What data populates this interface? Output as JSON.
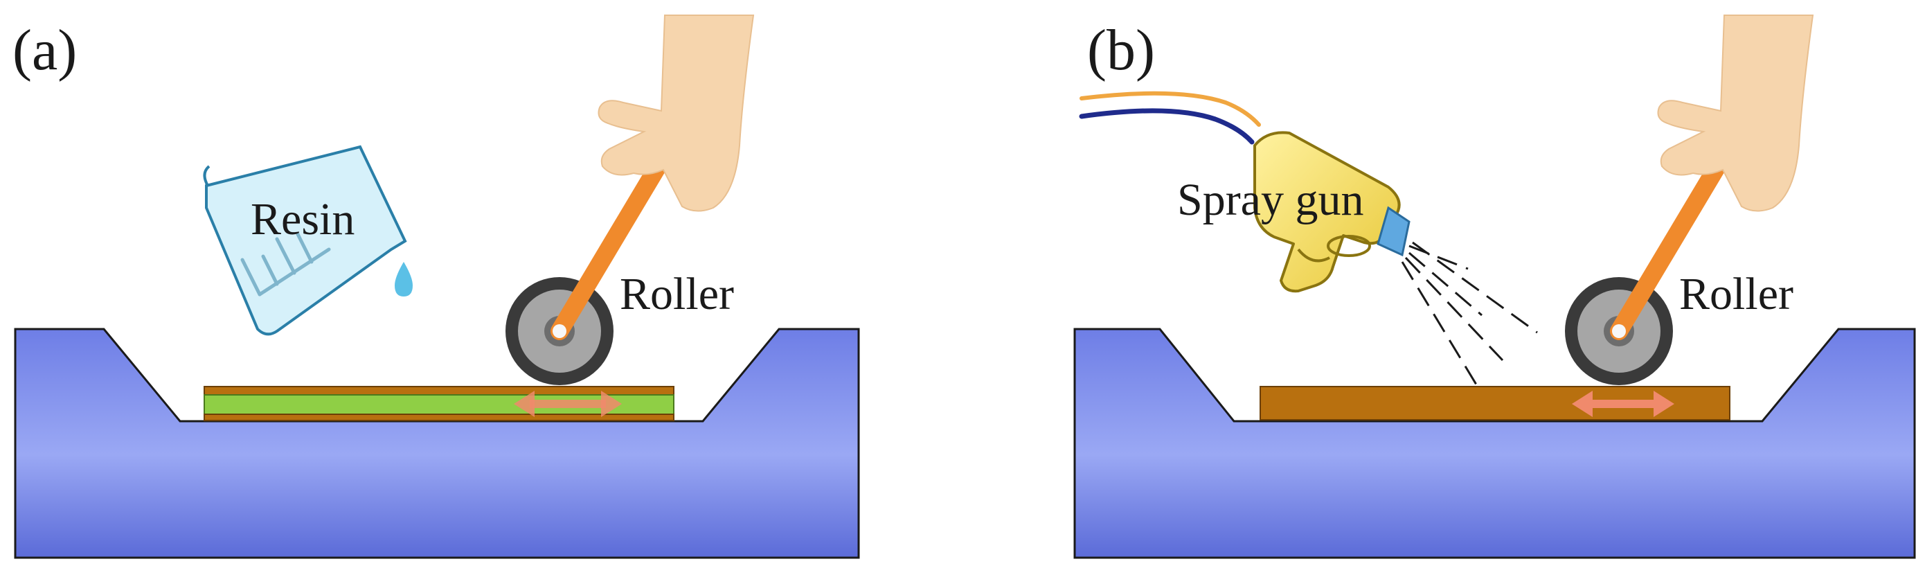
{
  "panels": [
    {
      "label": "(a)",
      "callouts": {
        "container": "Resin",
        "tool": "Roller"
      }
    },
    {
      "label": "(b)",
      "callouts": {
        "sprayer": "Spray gun",
        "tool": "Roller"
      }
    }
  ],
  "colors": {
    "mold_top": "#6e7ee6",
    "mold_mid": "#9aa8f4",
    "mold_bottom": "#5b6bd8",
    "fiber_green": "#8fcf45",
    "resin_brown": "#b8700f",
    "roller_handle": "#f08a2c",
    "roller_tire": "#3a3a3a",
    "roller_hub": "#a6a6a6",
    "arrow": "#f08a6c",
    "beaker_fill": "#d6f1fa",
    "beaker_stroke": "#2a7fa8",
    "drop": "#5bc0e6",
    "hand": "#f6d5ad",
    "gun_body": "#f2d84a",
    "gun_nozzle": "#5fa8e0",
    "hose_orange": "#f0a640",
    "hose_navy": "#1f2b8c"
  },
  "icons": [
    "hand-icon",
    "roller-icon",
    "beaker-icon",
    "drop-icon",
    "spray-gun-icon",
    "double-arrow-icon"
  ]
}
